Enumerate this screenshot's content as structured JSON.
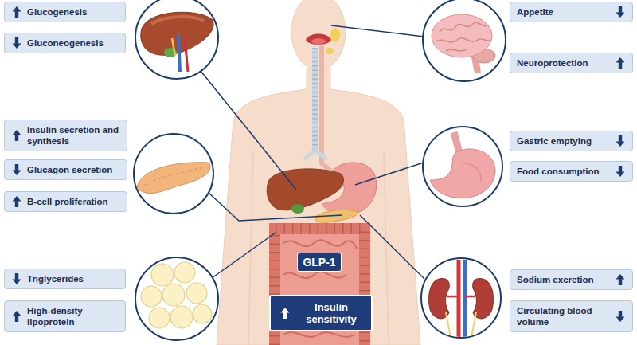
{
  "diagram": {
    "nodes": [
      {
        "text": [
          "Glucogenesis"
        ]
      },
      {
        "text": [
          "Gluconeogenesis"
        ]
      },
      {
        "text": [
          "Insulin secretion and synthesis"
        ]
      },
      {
        "text": [
          "Glucagon secretion"
        ]
      },
      {
        "text": [
          "B-cell proliferation"
        ]
      },
      {
        "text": [
          "Triglycerides"
        ]
      },
      {
        "text": [
          "High-density lipoprotein"
        ]
      },
      {
        "text": [
          "Appetite"
        ]
      },
      {
        "text": [
          "Neuroprotection"
        ]
      },
      {
        "text": [
          "Gastric emptying"
        ]
      },
      {
        "text": [
          "Food consumption"
        ]
      },
      {
        "text": [
          "Sodium excretion"
        ]
      },
      {
        "text": [
          "Circulating blood volume"
        ]
      },
      {
        "text": [
          "GLP-1"
        ]
      },
      {
        "text": [
          "Insulin sensitivity"
        ]
      }
    ]
  }
}
